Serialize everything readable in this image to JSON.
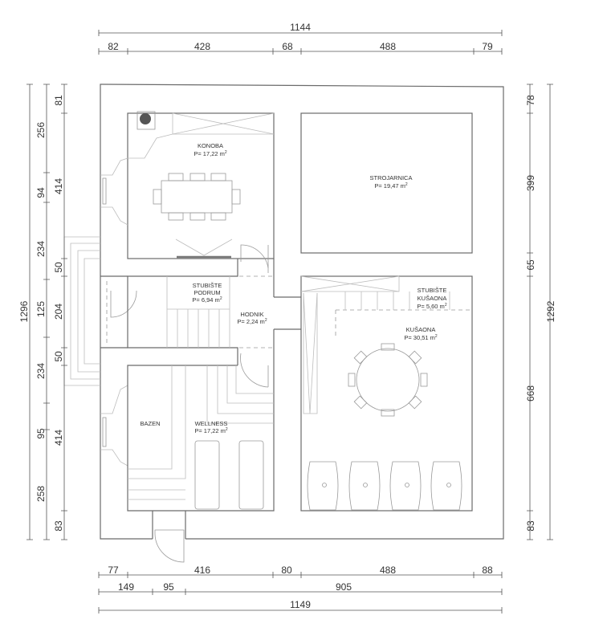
{
  "rooms": {
    "konoba": {
      "name": "KONOBA",
      "area": "P= 17,22 m",
      "sup": "2"
    },
    "strojarnica": {
      "name": "STROJARNICA",
      "area": "P= 19,47 m",
      "sup": "2"
    },
    "stubiste_podrum": {
      "name1": "STUBIŠTE",
      "name2": "PODRUM",
      "area": "P= 6,94 m",
      "sup": "2"
    },
    "hodnik": {
      "name": "HODNIK",
      "area": "P= 2,24 m",
      "sup": "2"
    },
    "stubiste_kusaona": {
      "name1": "STUBIŠTE",
      "name2": "KUŠAONA",
      "area": "P= 5,60 m",
      "sup": "2"
    },
    "kusaona": {
      "name": "KUŠAONA",
      "area": "P= 30,51 m",
      "sup": "2"
    },
    "bazen": {
      "name": "BAZEN"
    },
    "wellness": {
      "name": "WELLNESS",
      "area": "P= 17,22 m",
      "sup": "2"
    }
  },
  "dimensions": {
    "top_total": "1144",
    "top": [
      "82",
      "428",
      "68",
      "488",
      "79"
    ],
    "bottom1": [
      "77",
      "416",
      "80",
      "488",
      "88"
    ],
    "bottom2": [
      "149",
      "95",
      "905"
    ],
    "bottom_total": "1149",
    "left_total": "1296",
    "left_mid": [
      "256",
      "94",
      "234",
      "125",
      "234",
      "95",
      "258"
    ],
    "left_inner": [
      "81",
      "414",
      "50",
      "204",
      "50",
      "414",
      "83"
    ],
    "right_inner": [
      "78",
      "399",
      "65",
      "668",
      "83"
    ],
    "right_total": "1292"
  }
}
